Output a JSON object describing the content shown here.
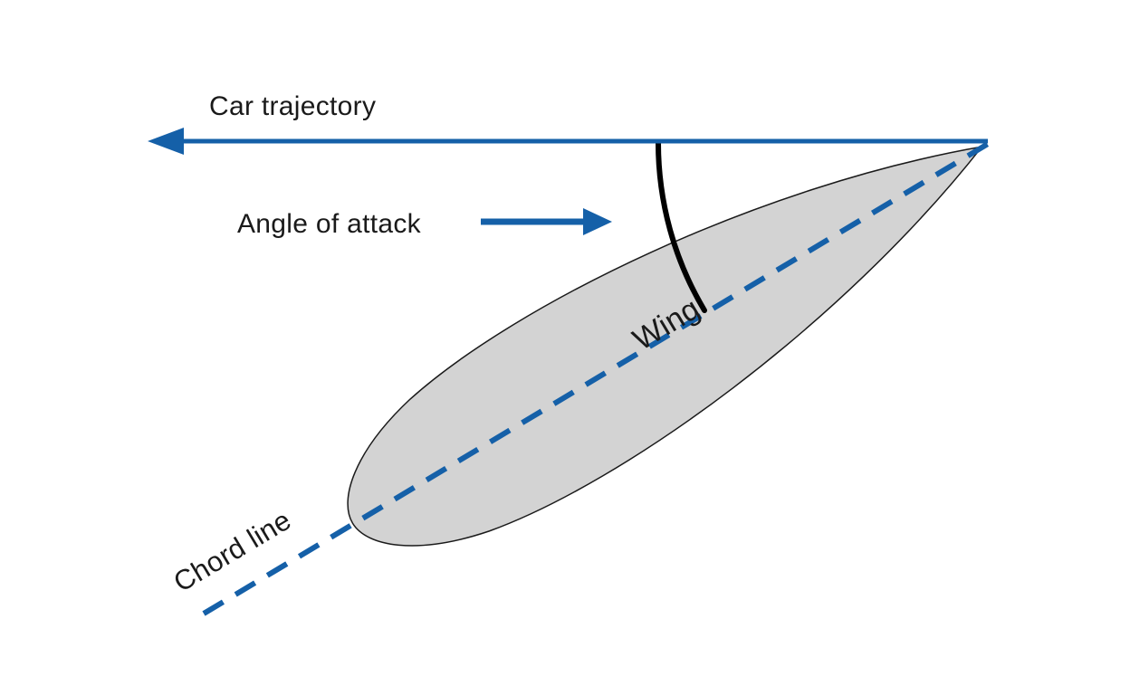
{
  "labels": {
    "car_trajectory": "Car trajectory",
    "angle_of_attack": "Angle of attack",
    "wing": "Wing",
    "chord_line": "Chord line"
  },
  "colors": {
    "accent_blue": "#1560a8",
    "wing_fill": "#d3d3d3",
    "wing_outline": "#1a1a1a",
    "arc_black": "#000000",
    "text": "#1a1a1a",
    "background": "#ffffff"
  }
}
